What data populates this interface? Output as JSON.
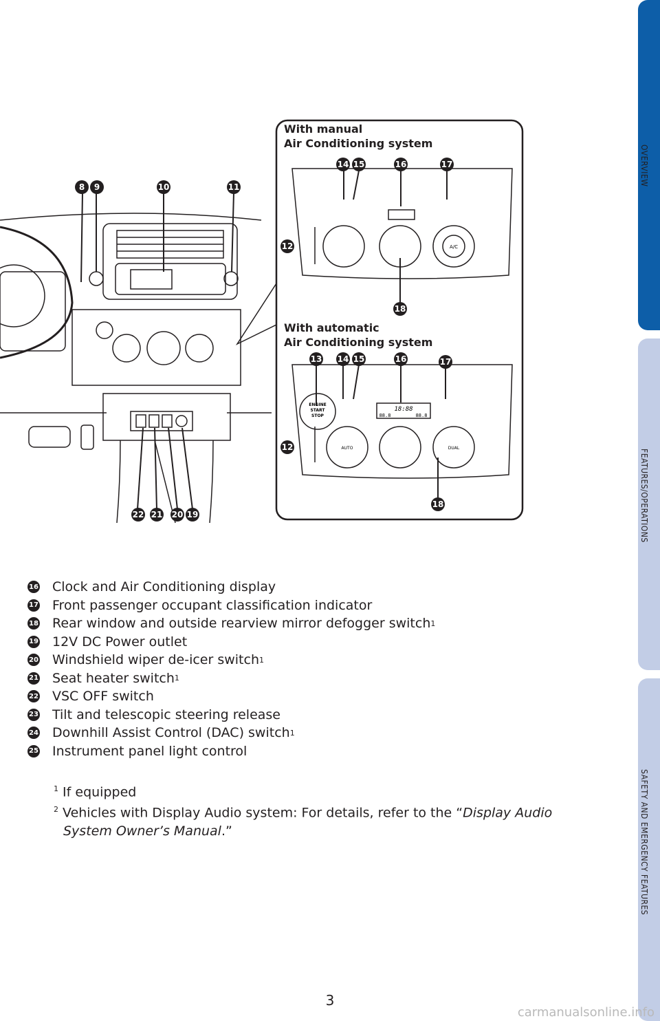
{
  "side_tabs": [
    {
      "label": "OVERVIEW",
      "color": "#0d5ea8"
    },
    {
      "label": "FEATURES/OPERATIONS",
      "color": "#c2cde6"
    },
    {
      "label": "SAFETY AND EMERGENCY FEATURES",
      "color": "#c2cde6"
    }
  ],
  "figure": {
    "manual_title_line1": "With manual",
    "manual_title_line2": "Air Conditioning system",
    "auto_title_line1": "With automatic",
    "auto_title_line2": "Air Conditioning system",
    "panel_labels": {
      "engine_1": "ENGINE",
      "engine_2": "START",
      "engine_3": "STOP",
      "ac": "A/C",
      "auto": "AUTO",
      "dual": "DUAL",
      "clock": "18:88",
      "temp_left": "88.8",
      "temp_right": "88.8"
    },
    "callouts": [
      "8",
      "9",
      "10",
      "11",
      "12",
      "13",
      "14",
      "15",
      "16",
      "17",
      "18",
      "19",
      "20",
      "21",
      "22"
    ]
  },
  "legend": [
    {
      "num": "16",
      "text": "Clock and Air Conditioning display",
      "sup": ""
    },
    {
      "num": "17",
      "text": "Front passenger occupant classification indicator",
      "sup": ""
    },
    {
      "num": "18",
      "text": "Rear window and outside rearview mirror defogger switch",
      "sup": "1"
    },
    {
      "num": "19",
      "text": "12V DC Power outlet",
      "sup": ""
    },
    {
      "num": "20",
      "text": "Windshield wiper de-icer switch",
      "sup": "1"
    },
    {
      "num": "21",
      "text": "Seat heater switch",
      "sup": "1"
    },
    {
      "num": "22",
      "text": "VSC OFF switch",
      "sup": ""
    },
    {
      "num": "23",
      "text": "Tilt and telescopic steering release",
      "sup": ""
    },
    {
      "num": "24",
      "text": "Downhill Assist Control (DAC) switch",
      "sup": "1"
    },
    {
      "num": "25",
      "text": "Instrument panel light control",
      "sup": ""
    }
  ],
  "footnotes": {
    "fn1_mark": "1",
    "fn1_text": "If equipped",
    "fn2_mark": "2",
    "fn2_text_a": "Vehicles with Display Audio system: For details, refer to the “",
    "fn2_italic_a": "Display Audio",
    "fn2_italic_b": "System Owner’s Manual",
    "fn2_text_b": ".”"
  },
  "page_number": "3",
  "watermark": "carmanualsonline.info"
}
